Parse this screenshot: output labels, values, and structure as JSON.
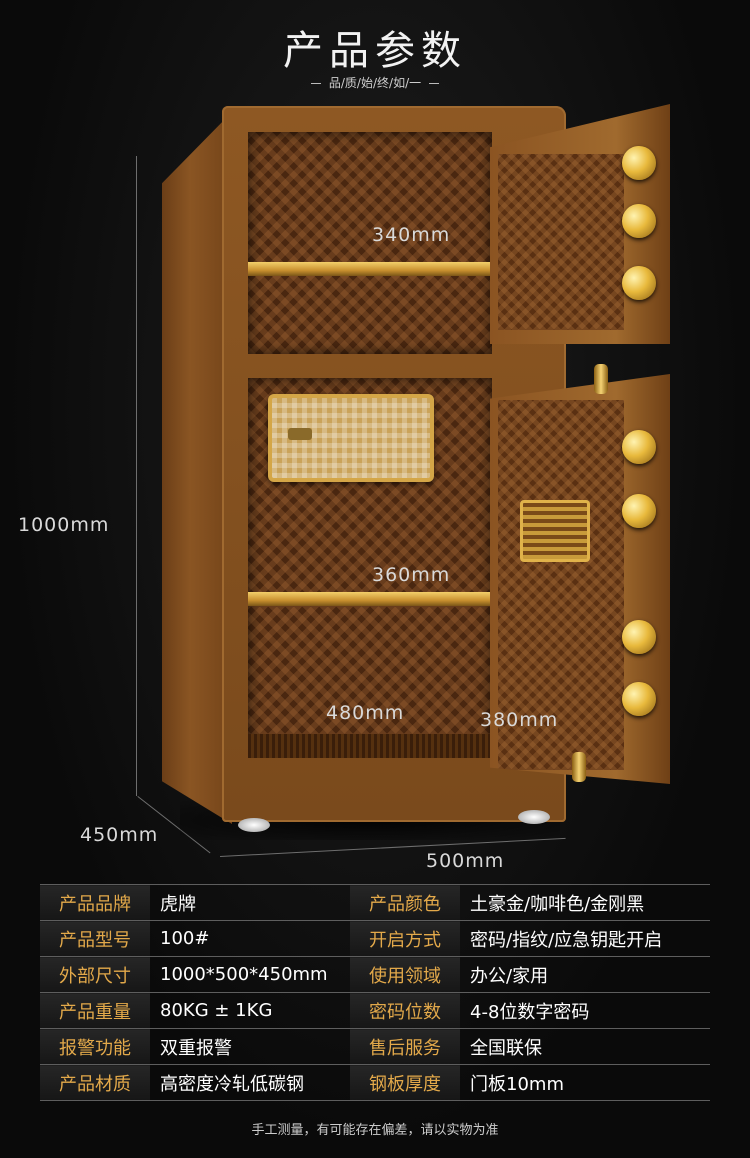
{
  "header": {
    "title": "产品参数",
    "subtitle": "品/质/始/终/如/一"
  },
  "dimensions": {
    "top_shelf_height": "340mm",
    "bottom_shelf_height": "360mm",
    "inner_width": "480mm",
    "door_depth": "380mm",
    "height": "1000mm",
    "depth": "450mm",
    "width": "500mm"
  },
  "specs": [
    {
      "label": "产品品牌",
      "value": "虎牌",
      "label2": "产品颜色",
      "value2": "土豪金/咖啡色/金刚黑"
    },
    {
      "label": "产品型号",
      "value": "100#",
      "label2": "开启方式",
      "value2": "密码/指纹/应急钥匙开启"
    },
    {
      "label": "外部尺寸",
      "value": "1000*500*450mm",
      "label2": "使用领域",
      "value2": "办公/家用"
    },
    {
      "label": "产品重量",
      "value": "80KG ± 1KG",
      "label2": "密码位数",
      "value2": "4-8位数字密码"
    },
    {
      "label": "报警功能",
      "value": "双重报警",
      "label2": "售后服务",
      "value2": "全国联保"
    },
    {
      "label": "产品材质",
      "value": "高密度冷轧低碳钢",
      "label2": "钢板厚度",
      "value2": "门板10mm"
    }
  ],
  "footer": {
    "note": "手工测量，有可能存在偏差，请以实物为准"
  },
  "colors": {
    "background": "#0b0b0b",
    "label_gold": "#e3a94a",
    "safe_brown": "#8e5823",
    "accent_gold": "#e8b93c"
  }
}
